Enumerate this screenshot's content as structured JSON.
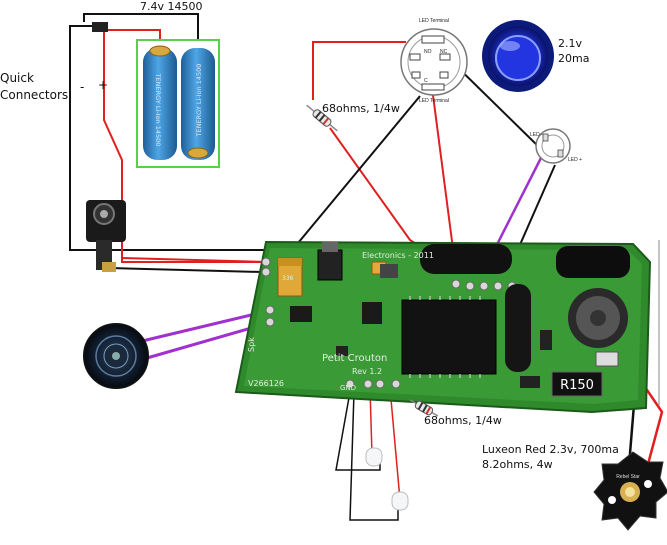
{
  "labels": {
    "battery": "7.4v 14500",
    "quick_connectors_1": "Quick",
    "quick_connectors_2": "Connectors",
    "minus": "-",
    "plus": "+",
    "resistor_top": "68ohms, 1/4w",
    "resistor_bottom": "68ohms, 1/4w",
    "switch_v": "2.1v",
    "switch_ma": "20ma",
    "luxeon_1": "Luxeon Red 2.3v, 700ma",
    "luxeon_2": "8.2ohms, 4w",
    "led_terminal_top": "LED Terminal",
    "led_terminal_bottom": "LED Terminal",
    "no_label": "NO",
    "nc_label": "NC",
    "c_label": "C",
    "led_minus": "LED -",
    "led_plus": "LED +"
  },
  "pcb": {
    "board_text": "Electronics - 2011",
    "product": "Petit Crouton",
    "rev": "Rev 1.2",
    "spk": "Spk",
    "gnd": "GND",
    "code": "V266126",
    "resistor_code": "R150",
    "cap_code": "336",
    "star": "Rebel Star"
  },
  "battery_cells": [
    "TENERGY Li-Ion 14500",
    "TENERGY Li-Ion 14500"
  ],
  "colors": {
    "pcb_green": "#2f8a2c",
    "wire_red": "#e02020",
    "wire_black": "#111111",
    "wire_purple": "#a030d0",
    "battery_blue": "#2f86c8",
    "battery_frame": "#58d04a",
    "switch_blue": "#1530d8"
  }
}
